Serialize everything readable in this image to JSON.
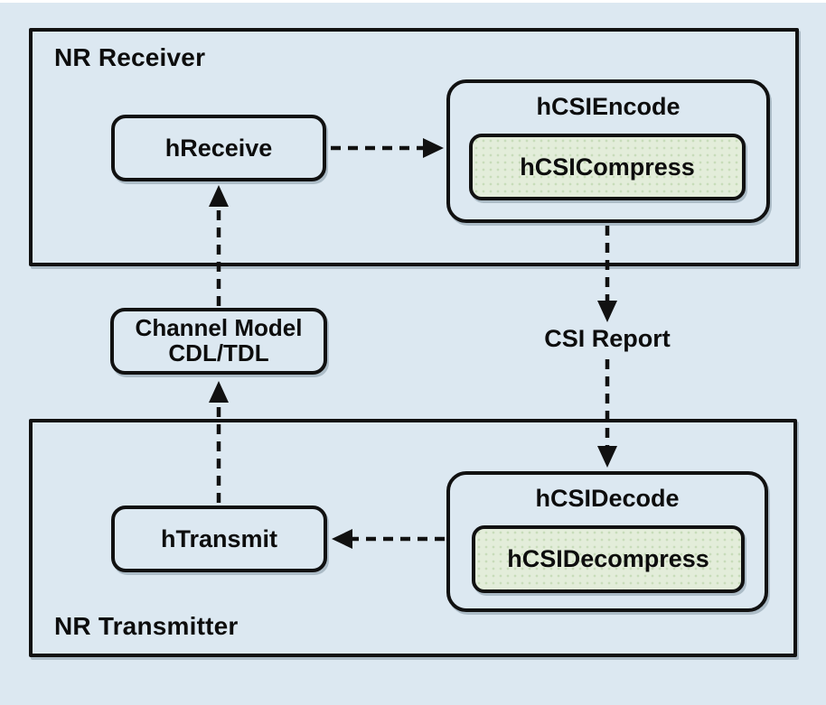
{
  "colors": {
    "background": "#dce8f1",
    "node_fill": "#dce8f1",
    "highlight_fill": "#e3edda",
    "highlight_dot": "#c8dcba",
    "stroke": "#111111"
  },
  "receiver": {
    "title": "NR Receiver",
    "hreceive_label": "hReceive",
    "encode_title": "hCSIEncode",
    "compress_label": "hCSICompress"
  },
  "channel": {
    "line1": "Channel Model",
    "line2": "CDL/TDL"
  },
  "csi_report_label": "CSI Report",
  "transmitter": {
    "title": "NR Transmitter",
    "htransmit_label": "hTransmit",
    "decode_title": "hCSIDecode",
    "decompress_label": "hCSIDecompress"
  }
}
